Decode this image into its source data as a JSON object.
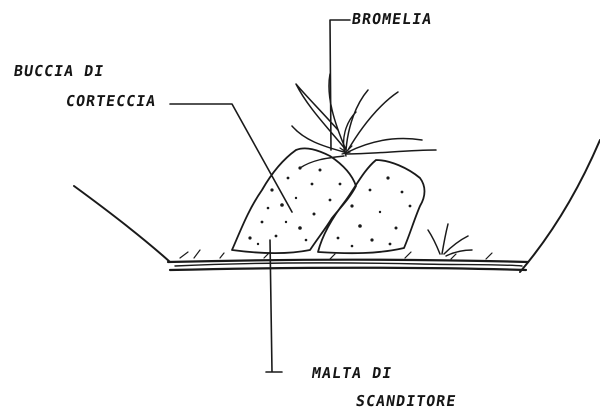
{
  "labels": {
    "bromelia": "BROMELIA",
    "bark_line1": "BUCCIA DI",
    "bark_line2": "CORTECCIA",
    "base_line1": "MALTA DI",
    "base_line2": "SCANDITORE"
  },
  "colors": {
    "ink": "#1a1a1a",
    "background": "#ffffff"
  }
}
